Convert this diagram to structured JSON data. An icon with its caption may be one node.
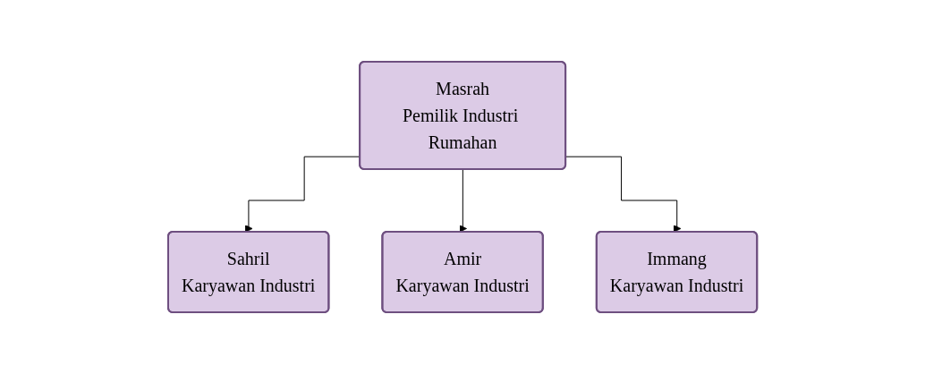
{
  "diagram": {
    "nodes": [
      {
        "text": [
          "Masrah",
          "Pemilik Industri Rumahan"
        ]
      },
      {
        "text": [
          "Sahril",
          "Karyawan Industri"
        ]
      },
      {
        "text": [
          "Amir",
          "Karyawan Industri"
        ]
      },
      {
        "text": [
          "Immang",
          "Karyawan Industri"
        ]
      }
    ],
    "edges": [
      {
        "from": 0,
        "to": 1,
        "arrow": "to"
      },
      {
        "from": 0,
        "to": 2,
        "arrow": "to"
      },
      {
        "from": 0,
        "to": 3,
        "arrow": "to"
      }
    ]
  }
}
